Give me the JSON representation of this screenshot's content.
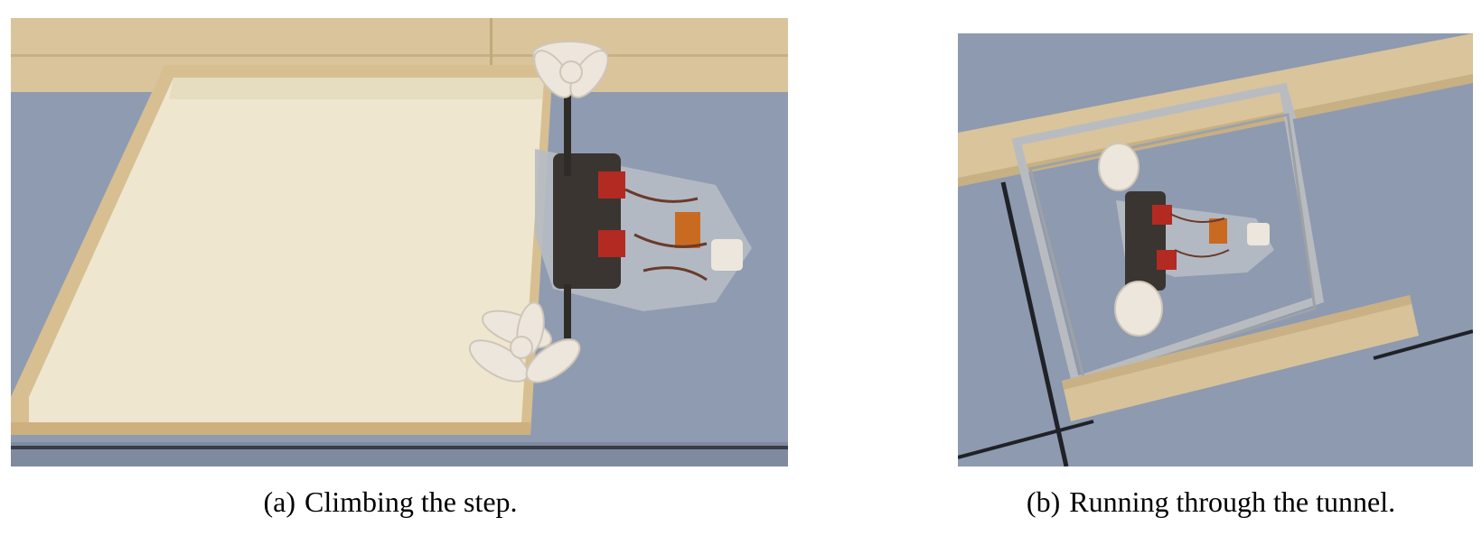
{
  "figures": [
    {
      "id": "a",
      "label": "(a)",
      "caption": "Climbing the step.",
      "image_description": "photo of wheel-legged robot climbing over the edge of a sand-filled wooden box"
    },
    {
      "id": "b",
      "label": "(b)",
      "caption": "Running through the tunnel.",
      "image_description": "photo of robot passing under an aluminium-framed tunnel on a blue floor"
    }
  ],
  "colors": {
    "floor": "#8f9bb0",
    "wood": "#d8c29a",
    "sand": "#efe6cf",
    "aluminium": "#b8bcc0",
    "robot_dark": "#3a3530",
    "robot_red": "#b32a22",
    "wheel": "#ece6dc"
  }
}
